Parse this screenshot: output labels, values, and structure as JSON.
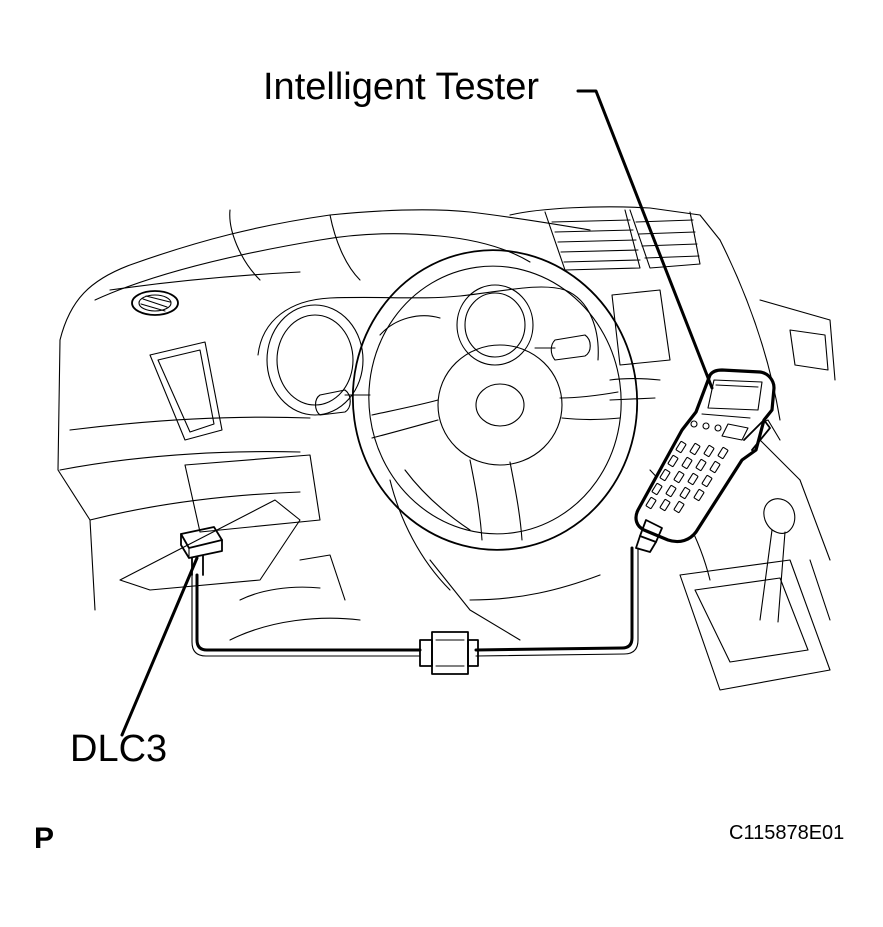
{
  "labels": {
    "tester": "Intelligent Tester",
    "dlc": "DLC3",
    "view_mark": "P",
    "figure_code": "C115878E01"
  },
  "colors": {
    "line": "#000000",
    "background": "#ffffff"
  }
}
